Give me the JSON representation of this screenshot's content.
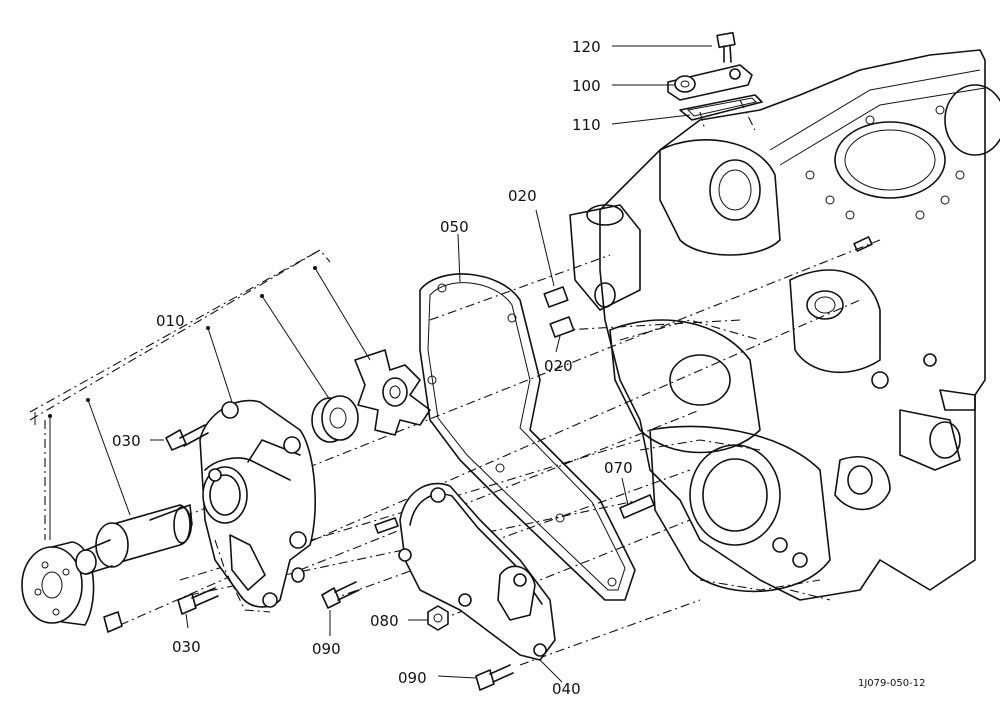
{
  "callouts": {
    "c120": "120",
    "c100": "100",
    "c110": "110",
    "c020a": "020",
    "c020b": "020",
    "c050": "050",
    "c010": "010",
    "c030a": "030",
    "c030b": "030",
    "c070": "070",
    "c080": "080",
    "c090a": "090",
    "c090b": "090",
    "c040": "040"
  },
  "drawing_code": "1J079-050-12",
  "colors": {
    "ink": "#111111",
    "paper": "#ffffff"
  }
}
